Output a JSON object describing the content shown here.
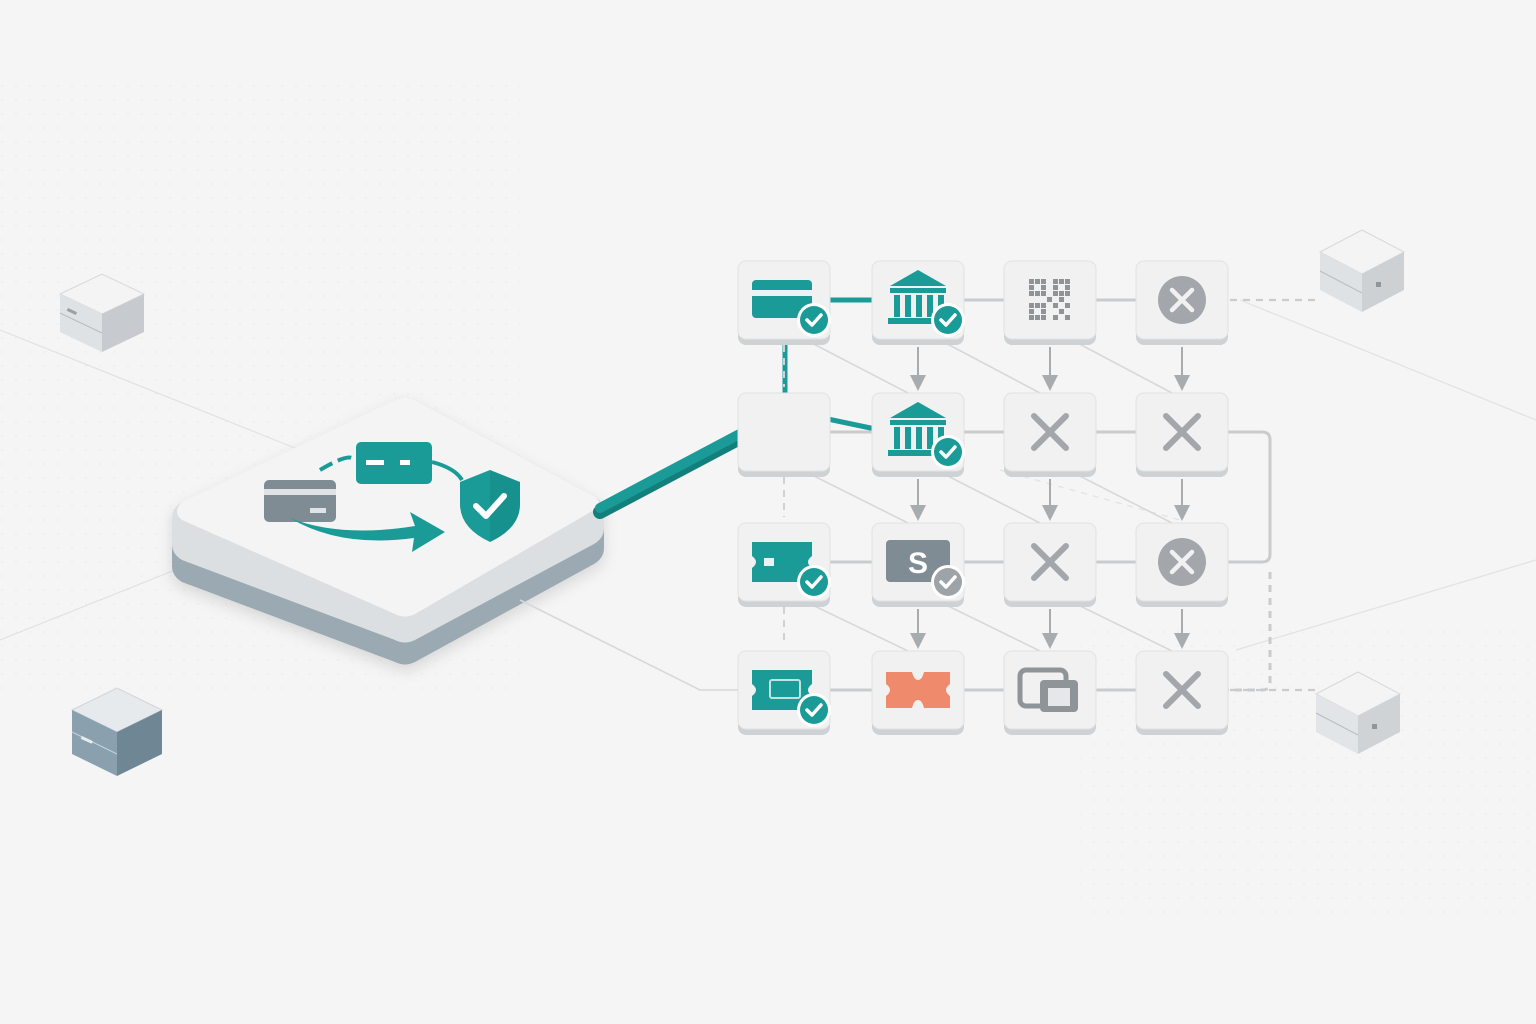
{
  "colors": {
    "background": "#f5f5f5",
    "teal": "#1a9b98",
    "teal_dark": "#127f7c",
    "slate": "#7f8c94",
    "gray_icon": "#8f9499",
    "coral": "#ef8a6c",
    "tile_face": "#f1f1f1",
    "tile_side": "#cfd2d4",
    "connector": "#c9cbcd"
  },
  "hub": {
    "icons": [
      "card-icon",
      "card-icon",
      "arrow-icon",
      "shield-check-icon"
    ]
  },
  "grid": {
    "rows": [
      [
        {
          "icon": "credit-card-icon",
          "tone": "teal",
          "badge": "check-teal"
        },
        {
          "icon": "bank-icon",
          "tone": "teal",
          "badge": "check-teal"
        },
        {
          "icon": "qr-code-icon",
          "tone": "gray",
          "badge": "none"
        },
        {
          "icon": "x-circle-icon",
          "tone": "gray",
          "badge": "none"
        }
      ],
      [
        {
          "icon": "blank-icon",
          "tone": "gray",
          "badge": "none"
        },
        {
          "icon": "bank-icon",
          "tone": "teal",
          "badge": "check-teal"
        },
        {
          "icon": "x-icon",
          "tone": "gray",
          "badge": "none"
        },
        {
          "icon": "x-icon",
          "tone": "gray",
          "badge": "none"
        }
      ],
      [
        {
          "icon": "ticket-icon",
          "tone": "teal",
          "badge": "check-teal"
        },
        {
          "icon": "dollar-bill-icon",
          "tone": "slate",
          "badge": "check-gray",
          "label": "S"
        },
        {
          "icon": "x-icon",
          "tone": "gray",
          "badge": "none"
        },
        {
          "icon": "x-circle-icon",
          "tone": "gray",
          "badge": "none"
        }
      ],
      [
        {
          "icon": "ticket-card-icon",
          "tone": "teal",
          "badge": "check-teal"
        },
        {
          "icon": "coupon-icon",
          "tone": "coral",
          "badge": "none"
        },
        {
          "icon": "wallet-icon",
          "tone": "gray",
          "badge": "none"
        },
        {
          "icon": "x-icon",
          "tone": "gray",
          "badge": "none"
        }
      ]
    ]
  },
  "servers": [
    "server-icon",
    "server-icon",
    "server-icon",
    "server-icon"
  ]
}
